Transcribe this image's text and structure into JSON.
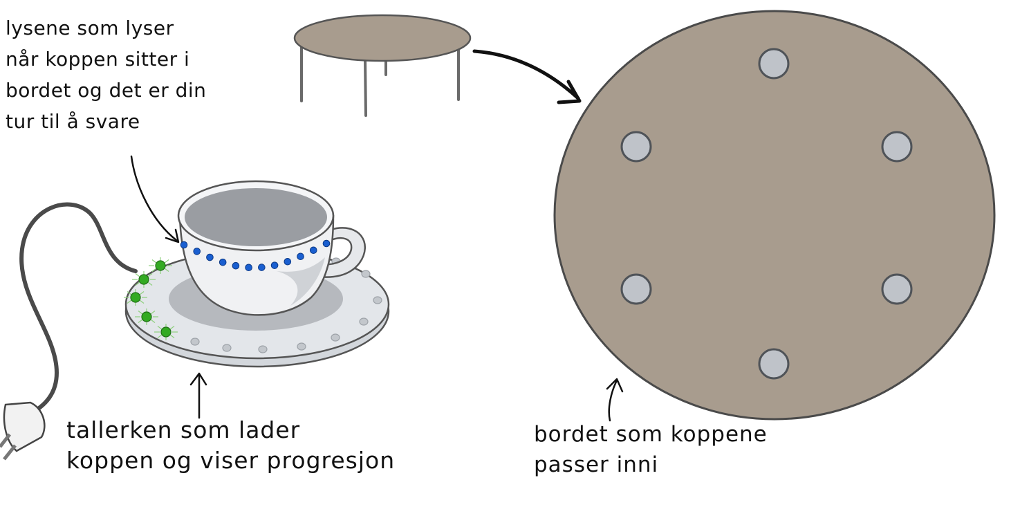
{
  "labels": {
    "lights": [
      "lysene som lyser",
      "når koppen sitter i",
      "bordet og det er din",
      "tur til å svare"
    ],
    "saucer": [
      "tallerken som lader",
      "koppen og viser progresjon"
    ],
    "table": [
      "bordet som koppene",
      "passer inni"
    ]
  },
  "colors": {
    "table_top": "#a89c8e",
    "table_outline": "#4a4a4a",
    "cup_socket": "#bfc3c9",
    "cup_body": "#f0f1f3",
    "cup_inside": "#9a9da2",
    "saucer": "#e3e6ea",
    "progress_light": "#33aa22",
    "answer_light": "#1a5fd0",
    "cable": "#4a4a4a"
  },
  "saucer_progress_lights": {
    "lit": 5,
    "total": 14
  }
}
